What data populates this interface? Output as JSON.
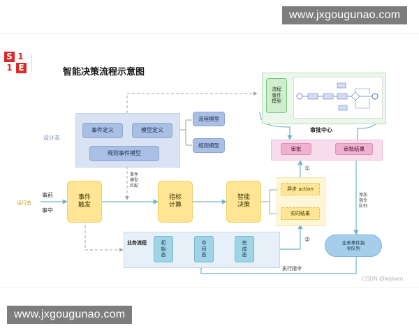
{
  "watermark": {
    "top": "www.jxgougunao.com",
    "bottom": "www.jxgougunao.com"
  },
  "logo": {
    "chars": [
      "S",
      "1",
      "1",
      "E"
    ]
  },
  "title": "智能决策流程示意图",
  "design_label": "设计态",
  "runtime_label": "运行态",
  "design": {
    "event_def": "事件定义",
    "model_def": "模型定义",
    "rule_event_model": "规则事件模型",
    "flow_model": "流程模型",
    "rule_model": "规则模型"
  },
  "event_match_note": [
    "事件",
    "模型",
    "匹配"
  ],
  "inputs": {
    "before": "事前",
    "during": "事中"
  },
  "pipeline": {
    "trigger": [
      "事件",
      "触发"
    ],
    "compute": [
      "指标",
      "计算"
    ],
    "decision": [
      "智能",
      "决策"
    ],
    "async": "异步 action",
    "realtime": "实时结果"
  },
  "approval_center": {
    "flow_event_model": [
      "流程",
      "事件",
      "模型"
    ],
    "title": "审批中心",
    "approve": "审批",
    "approve_result": "审批结果"
  },
  "markers": {
    "one": "①",
    "two": "②"
  },
  "add_cmd": [
    "添加",
    "指令",
    "队列"
  ],
  "biz_flow": {
    "title": "业务流程",
    "initial": [
      "初",
      "始",
      "态"
    ],
    "middle": [
      "中",
      "间",
      "态"
    ],
    "done": [
      "完",
      "成",
      "态"
    ]
  },
  "queue": [
    "业务事件指",
    "令队列"
  ],
  "exec_cmd": "执行指令",
  "credit": "CSDN @leijiwen",
  "colors": {
    "arrow": "#71b3c9",
    "dashed": "#a0a0a0",
    "blue_box": "#a9bfe4",
    "yellow_box": "#ffe594",
    "pink_box": "#efb1cf",
    "green_box": "#cfeecb"
  }
}
